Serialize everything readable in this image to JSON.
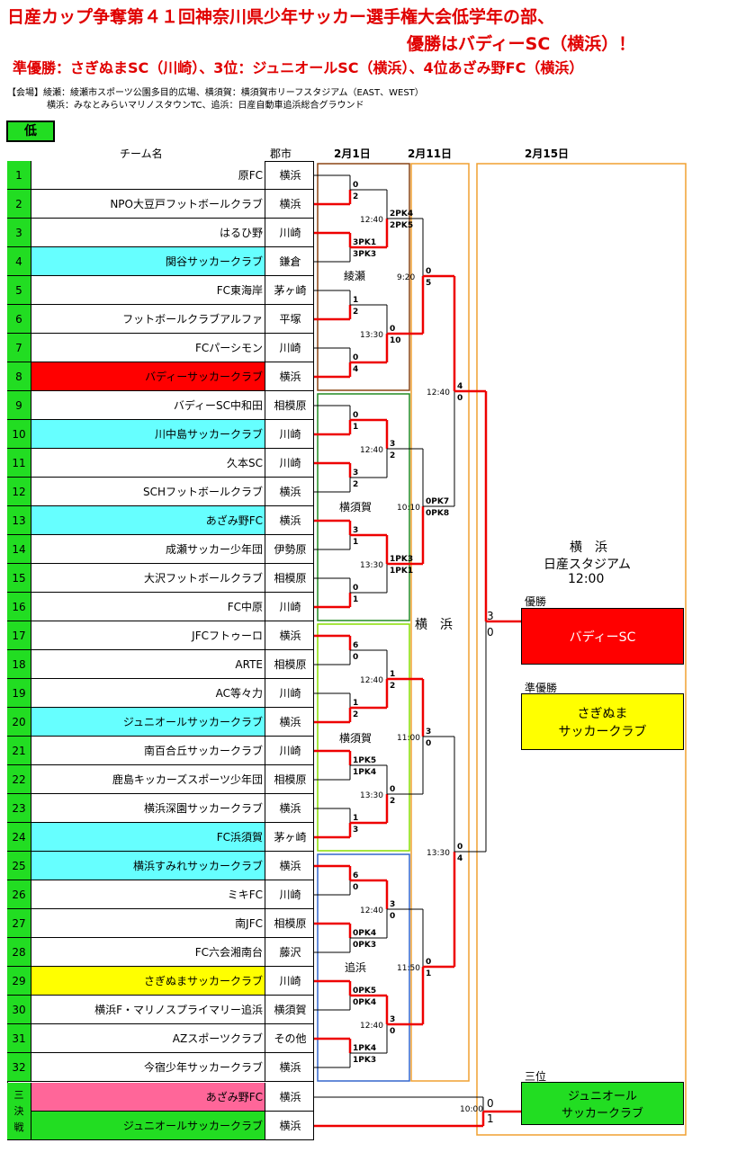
{
  "header": {
    "title_line1": "日産カップ争奪第４１回神奈川県少年サッカー選手権大会低学年の部、",
    "title_line2": "優勝はバディーSC（横浜）！",
    "subtitle": "準優勝：さぎぬまSC（川崎）、3位：ジュニオールSC（横浜）、4位あざみ野FC（横浜）",
    "venue_line1": "【会場】綾瀬：綾瀬市スポーツ公園多目的広場、横須賀：横須賀市リーフスタジアム（EAST、WEST）",
    "venue_line2": "横浜：みなとみらいマリノスタウンTC、追浜：日産自動車追浜総合グラウンド"
  },
  "division_badge": "低",
  "columns": {
    "team": "チーム名",
    "city": "郡市",
    "day1": "2月1日",
    "day2": "2月11日",
    "day3": "2月15日"
  },
  "teams": [
    {
      "no": "1",
      "name": "原FC",
      "city": "横浜"
    },
    {
      "no": "2",
      "name": "NPO大豆戸フットボールクラブ",
      "city": "横浜"
    },
    {
      "no": "3",
      "name": "はるひ野",
      "city": "川崎"
    },
    {
      "no": "4",
      "name": "関谷サッカークラブ",
      "city": "鎌倉"
    },
    {
      "no": "5",
      "name": "FC東海岸",
      "city": "茅ヶ崎"
    },
    {
      "no": "6",
      "name": "フットボールクラブアルファ",
      "city": "平塚"
    },
    {
      "no": "7",
      "name": "FCパーシモン",
      "city": "川崎"
    },
    {
      "no": "8",
      "name": "バディーサッカークラブ",
      "city": "横浜"
    },
    {
      "no": "9",
      "name": "バディーSC中和田",
      "city": "相模原"
    },
    {
      "no": "10",
      "name": "川中島サッカークラブ",
      "city": "川崎"
    },
    {
      "no": "11",
      "name": "久本SC",
      "city": "川崎"
    },
    {
      "no": "12",
      "name": "SCHフットボールクラブ",
      "city": "横浜"
    },
    {
      "no": "13",
      "name": "あざみ野FC",
      "city": "横浜"
    },
    {
      "no": "14",
      "name": "成瀬サッカー少年団",
      "city": "伊勢原"
    },
    {
      "no": "15",
      "name": "大沢フットボールクラブ",
      "city": "相模原"
    },
    {
      "no": "16",
      "name": "FC中原",
      "city": "川崎"
    },
    {
      "no": "17",
      "name": "JFCフトゥーロ",
      "city": "横浜"
    },
    {
      "no": "18",
      "name": "ARTE",
      "city": "相模原"
    },
    {
      "no": "19",
      "name": "AC等々力",
      "city": "川崎"
    },
    {
      "no": "20",
      "name": "ジュニオールサッカークラブ",
      "city": "横浜"
    },
    {
      "no": "21",
      "name": "南百合丘サッカークラブ",
      "city": "川崎"
    },
    {
      "no": "22",
      "name": "鹿島キッカーズスポーツ少年団",
      "city": "相模原"
    },
    {
      "no": "23",
      "name": "横浜深園サッカークラブ",
      "city": "横浜"
    },
    {
      "no": "24",
      "name": "FC浜須賀",
      "city": "茅ヶ崎"
    },
    {
      "no": "25",
      "name": "横浜すみれサッカークラブ",
      "city": "横浜"
    },
    {
      "no": "26",
      "name": "ミキFC",
      "city": "川崎"
    },
    {
      "no": "27",
      "name": "南JFC",
      "city": "相模原"
    },
    {
      "no": "28",
      "name": "FC六会湘南台",
      "city": "藤沢"
    },
    {
      "no": "29",
      "name": "さぎぬまサッカークラブ",
      "city": "川崎"
    },
    {
      "no": "30",
      "name": "横浜F・マリノスプライマリー追浜",
      "city": "横須賀"
    },
    {
      "no": "31",
      "name": "AZスポーツクラブ",
      "city": "その他"
    },
    {
      "no": "32",
      "name": "今宿少年サッカークラブ",
      "city": "横浜"
    }
  ],
  "third_place": {
    "label_chars": [
      "三",
      "決",
      "戦"
    ],
    "teams": [
      {
        "name": "あざみ野FC",
        "city": "横浜"
      },
      {
        "name": "ジュニオールサッカークラブ",
        "city": "横浜"
      }
    ],
    "time": "10:00",
    "score_top": "0",
    "score_bottom": "1",
    "result_label": "三位",
    "result": "ジュニオール\nサッカークラブ"
  },
  "venues": {
    "ayase": "綾瀬",
    "yokosuka1": "横須賀",
    "yokosuka2": "横須賀",
    "oppama": "追浜",
    "yokohama": "横　浜"
  },
  "final": {
    "venue_line1": "横　浜",
    "venue_line2": "日産スタジアム",
    "time": "12:00",
    "score_top": "3",
    "score_bottom": "0",
    "champion_label": "優勝",
    "champion": "バディーSC",
    "runnerup_label": "準優勝",
    "runnerup": "さぎぬま\nサッカークラブ"
  },
  "r1": [
    [
      "0",
      "2"
    ],
    [
      "3PK1",
      "3PK3"
    ],
    [
      "1",
      "2"
    ],
    [
      "0",
      "4"
    ],
    [
      "0",
      "1"
    ],
    [
      "3",
      "2"
    ],
    [
      "3",
      "1"
    ],
    [
      "0",
      "1"
    ],
    [
      "6",
      "0"
    ],
    [
      "1",
      "2"
    ],
    [
      "1PK5",
      "1PK4"
    ],
    [
      "1",
      "3"
    ],
    [
      "6",
      "0"
    ],
    [
      "0PK4",
      "0PK3"
    ],
    [
      "0PK5",
      "0PK4"
    ],
    [
      "1PK4",
      "1PK3"
    ]
  ],
  "r2": [
    {
      "time": "12:40",
      "s": [
        "2PK4",
        "2PK5"
      ]
    },
    {
      "time": "13:30",
      "s": [
        "0",
        "10"
      ]
    },
    {
      "time": "12:40",
      "s": [
        "3",
        "2"
      ]
    },
    {
      "time": "13:30",
      "s": [
        "1PK3",
        "1PK1"
      ]
    },
    {
      "time": "12:40",
      "s": [
        "1",
        "2"
      ]
    },
    {
      "time": "13:30",
      "s": [
        "0",
        "2"
      ]
    },
    {
      "time": "12:40",
      "s": [
        "3",
        "0"
      ]
    },
    {
      "time": "12:40",
      "s": [
        "3",
        "0"
      ]
    }
  ],
  "r3": [
    {
      "time": "9:20",
      "s": [
        "0",
        "5"
      ]
    },
    {
      "time": "10:10",
      "s": [
        "0PK7",
        "0PK8"
      ]
    },
    {
      "time": "11:00",
      "s": [
        "3",
        "0"
      ]
    },
    {
      "time": "11:50",
      "s": [
        "0",
        "1"
      ]
    }
  ],
  "r4": [
    {
      "time": "12:40",
      "s": [
        "4",
        "0"
      ]
    },
    {
      "time": "13:30",
      "s": [
        "0",
        "4"
      ]
    }
  ],
  "colors": {
    "cyan": "#66ffff",
    "red": "#ff0000",
    "yellow": "#ffff00",
    "pink": "#ff6699",
    "green": "#22dd22",
    "line": "#ee0000"
  },
  "highlights": {
    "4": "cyan",
    "8": "red",
    "10": "cyan",
    "13": "cyan",
    "20": "cyan",
    "24": "cyan",
    "25": "cyan",
    "29": "yellow"
  },
  "winners": {
    "r1": [
      1,
      0,
      1,
      1,
      1,
      0,
      0,
      1,
      0,
      1,
      0,
      1,
      0,
      0,
      0,
      0
    ],
    "r2": [
      1,
      1,
      0,
      0,
      1,
      1,
      0,
      0
    ],
    "r3": [
      1,
      1,
      0,
      1
    ],
    "r4": [
      0,
      1
    ]
  }
}
